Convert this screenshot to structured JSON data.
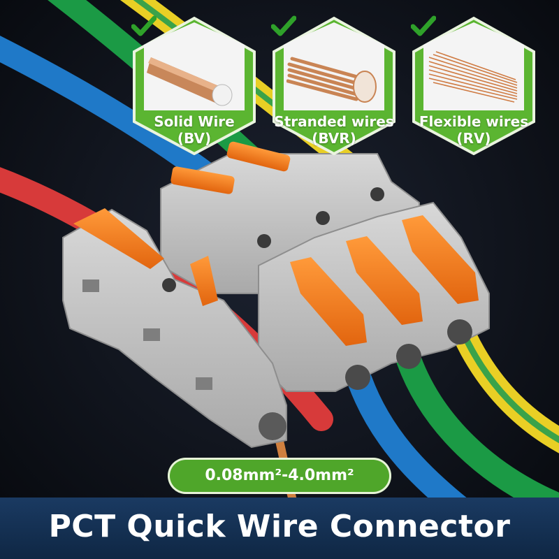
{
  "badges": [
    {
      "name": "Solid Wire",
      "code": "(BV)",
      "icon": "solid-copper-rod-icon"
    },
    {
      "name": "Stranded wires",
      "code": "(BVR)",
      "icon": "stranded-copper-bundle-icon"
    },
    {
      "name": "Flexible wires",
      "code": "(RV)",
      "icon": "flexible-copper-strands-icon"
    }
  ],
  "spec": "0.08mm²-4.0mm²",
  "title": "PCT Quick Wire Connector",
  "colors": {
    "badge_green": "#5bb531",
    "check_green": "#2fa12a",
    "lever_orange": "#f07d1a",
    "housing_gray": "#c9c9c9",
    "title_blue": "#133256"
  }
}
